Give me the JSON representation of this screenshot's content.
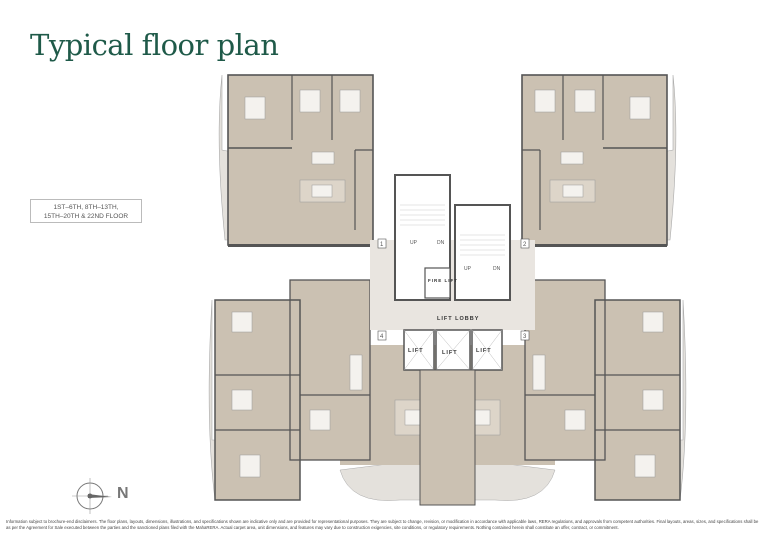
{
  "title": "Typical floor plan",
  "floor_label": {
    "line1": "1ST–6TH, 8TH–13TH,",
    "line2": "15TH–20TH & 22ND FLOOR"
  },
  "core": {
    "lift_lobby": "LIFT LOBBY",
    "lift": "LIFT",
    "fire_lift": "FIRE LIFT",
    "up": "UP",
    "dn": "DN",
    "unit_numbers": [
      "1",
      "2",
      "3",
      "4"
    ]
  },
  "compass": {
    "label": "N",
    "icon": "north-compass-icon"
  },
  "colors": {
    "title": "#1f5a49",
    "room": "#cbc1b2",
    "deck": "#e4e1dc",
    "wall": "#555555",
    "lobby": "#e9e5e0"
  },
  "disclaimer": "Information subject to brochure-end disclaimers. The floor plans, layouts, dimensions, illustrations, and specifications shown are indicative only and are provided for representational purposes. They are subject to change, revision, or modification in accordance with applicable laws, RERA regulations, and approvals from competent authorities. Final layouts, areas, sizes, and specifications shall be as per the Agreement for Sale executed between the parties and the sanctioned plans filed with the MahaRERA. Actual carpet area, unit dimensions, and features may vary due to construction exigencies, site conditions, or regulatory requirements. Nothing contained herein shall constitute an offer, contract, or commitment."
}
